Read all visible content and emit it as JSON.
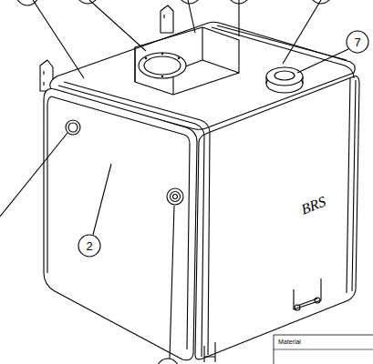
{
  "diagram": {
    "labels": [
      "7",
      "2",
      "BRS",
      "Material"
    ]
  }
}
